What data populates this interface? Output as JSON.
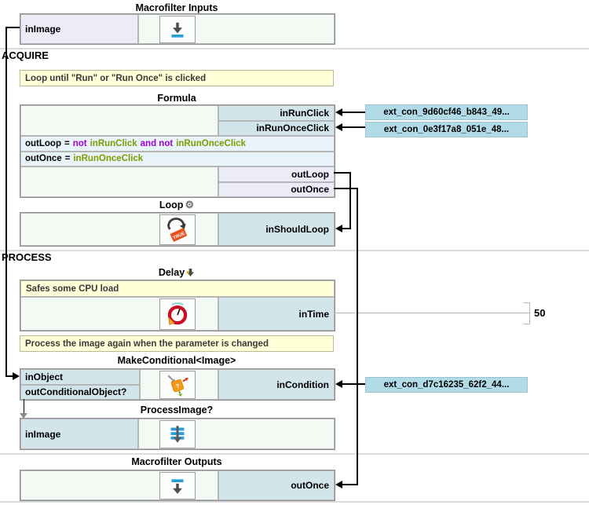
{
  "sections": [
    {
      "label": "ACQUIRE"
    },
    {
      "label": "PROCESS"
    }
  ],
  "macrofilter_inputs": {
    "title": "Macrofilter Inputs",
    "port": "inImage"
  },
  "comments": {
    "loop_comment": "Loop until \"Run\" or \"Run Once\" is clicked",
    "delay_comment": "Safes some CPU load",
    "process_comment": "Process the image again when the parameter is changed"
  },
  "formula": {
    "title": "Formula",
    "in_ports": [
      "inRunClick",
      "inRunOnceClick"
    ],
    "lines": [
      [
        "outLoop",
        "=",
        "not",
        "inRunClick",
        "and not",
        "inRunOnceClick"
      ],
      [
        "outOnce",
        "=",
        "inRunOnceClick"
      ]
    ],
    "out_ports": [
      "outLoop",
      "outOnce"
    ]
  },
  "loop": {
    "title": "Loop",
    "gear_glyph": "⚙",
    "port": "inShouldLoop"
  },
  "delay": {
    "title": "Delay",
    "port": "inTime",
    "value": "50"
  },
  "make_conditional": {
    "title": "MakeConditional<Image>",
    "left_ports": [
      "inObject",
      "outConditionalObject?"
    ],
    "right_port": "inCondition"
  },
  "process_image": {
    "title": "ProcessImage?",
    "port": "inImage"
  },
  "macrofilter_outputs": {
    "title": "Macrofilter Outputs",
    "port": "outOnce"
  },
  "external_connections": [
    {
      "label": "ext_con_9d60cf46_b843_49..."
    },
    {
      "label": "ext_con_0e3f17a8_051e_48..."
    },
    {
      "label": "ext_con_d7c16235_62f2_44..."
    }
  ],
  "icons": {
    "macrofilter_inputs": "download-arrow-icon",
    "loop": "loop-true-icon",
    "loop_title": "gear-icon",
    "delay_title": "down-arrow-icon",
    "delay": "clock-icon",
    "make_conditional": "conditional-diamond-icon",
    "process_image": "image-layers-arrow-icon",
    "macrofilter_outputs": "upload-bar-arrow-icon"
  },
  "colors": {
    "port_blue": "#d2e5eb",
    "lavender": "#ececf8",
    "pale_green": "#f3faf4",
    "formula_row": "#e9f3fa",
    "comment_yellow": "#ffffd8",
    "ext_label_blue": "#b2dbe8",
    "keyword_purple": "#a000d0",
    "identifier_olive": "#7f9b00",
    "wire_black": "#000000",
    "divider_gray": "#dcdcdc",
    "true_tag_orange": "#e8521d",
    "icon_blue": "#2b9fd4",
    "clock_red": "#cc0d28"
  }
}
